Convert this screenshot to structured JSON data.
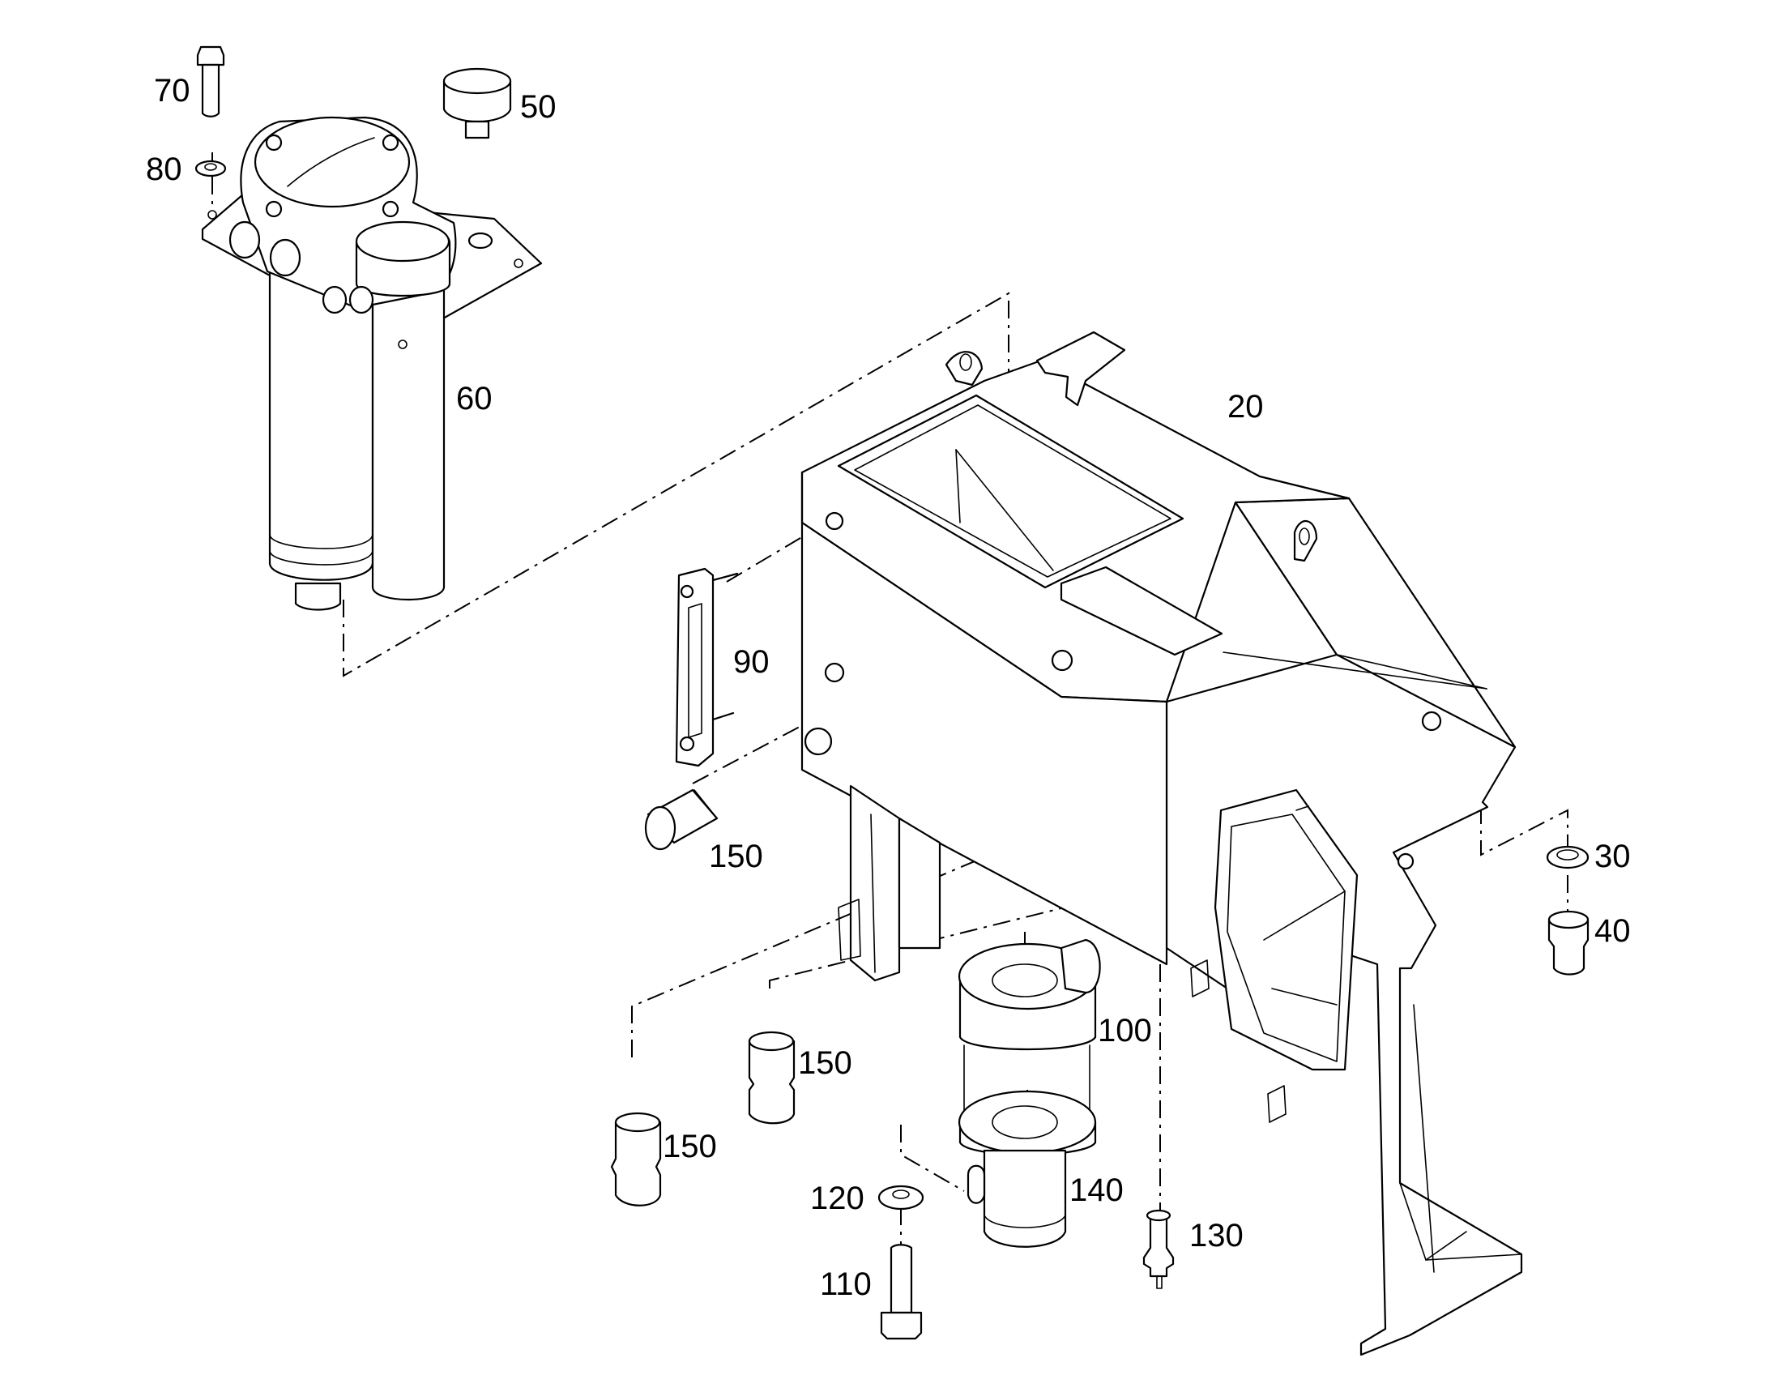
{
  "callouts": {
    "c20": "20",
    "c30": "30",
    "c40": "40",
    "c50": "50",
    "c60": "60",
    "c70": "70",
    "c80": "80",
    "c90": "90",
    "c100": "100",
    "c110": "110",
    "c120": "120",
    "c130": "130",
    "c140": "140",
    "c150a": "150",
    "c150b": "150",
    "c150c": "150"
  },
  "colors": {
    "line": "#000000",
    "background": "#ffffff"
  }
}
